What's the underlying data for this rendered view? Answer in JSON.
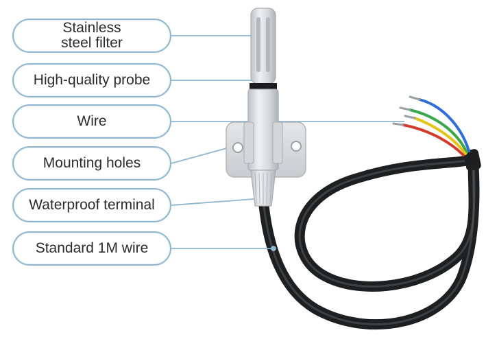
{
  "labels": {
    "stainless_line1": "Stainless",
    "stainless_line2": "steel filter",
    "probe": "High-quality probe",
    "wire": "Wire",
    "mounting": "Mounting holes",
    "waterproof": "Waterproof terminal",
    "standard": "Standard 1M wire"
  },
  "colors": {
    "label_border": "#8fb6cf",
    "leader_line": "#8fb6cf",
    "probe_body": "#d9dcdf",
    "cable": "#1e1f21",
    "wire_blue": "#2f6fd6",
    "wire_green": "#3aa84a",
    "wire_yellow": "#e3c419",
    "wire_red": "#d23b2b"
  }
}
